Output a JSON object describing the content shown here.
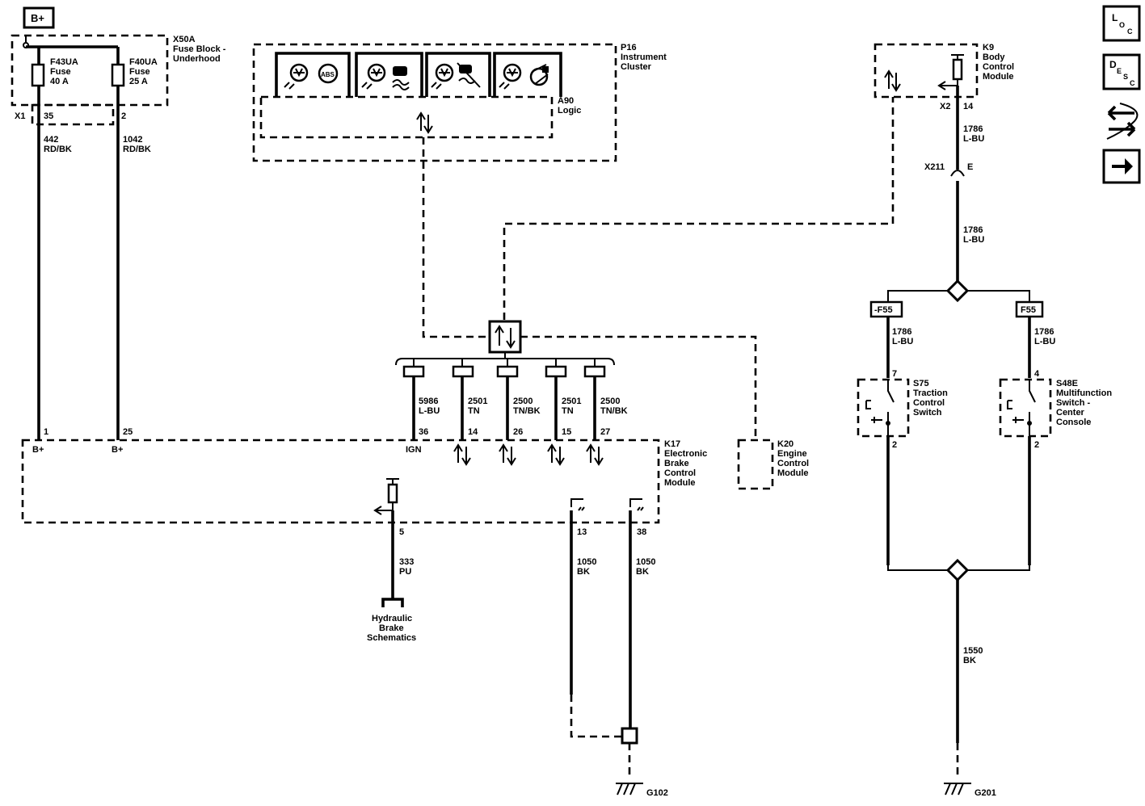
{
  "power": {
    "bplus": "B+"
  },
  "fuse_block": {
    "title": [
      "X50A",
      "Fuse Block -",
      "Underhood"
    ],
    "fuse1": [
      "F43UA",
      "Fuse",
      "40 A"
    ],
    "fuse2": [
      "F40UA",
      "Fuse",
      "25 A"
    ],
    "connector": "X1",
    "pin1": "35",
    "pin2": "2"
  },
  "wires_left": {
    "w1": [
      "442",
      "RD/BK"
    ],
    "w2": [
      "1042",
      "RD/BK"
    ]
  },
  "cluster": {
    "title": [
      "P16",
      "Instrument",
      "Cluster"
    ],
    "logic": [
      "A90",
      "Logic"
    ],
    "indicators": [
      "abs-lamp-icon",
      "traction-control-lamp-icon",
      "traction-off-lamp-icon",
      "brake-lamp-icon"
    ],
    "abs_text": "ABS"
  },
  "bcm": {
    "title": [
      "K9",
      "Body",
      "Control",
      "Module"
    ],
    "connector": "X2",
    "pin": "14",
    "wire_a": [
      "1786",
      "L-BU"
    ],
    "inline_conn": "X211",
    "inline_pin": "E",
    "wire_b": [
      "1786",
      "L-BU"
    ]
  },
  "option_left": {
    "label": "-F55",
    "wire": [
      "1786",
      "L-BU"
    ]
  },
  "option_right": {
    "label": "F55",
    "wire": [
      "1786",
      "L-BU"
    ]
  },
  "switch1": {
    "title": [
      "S75",
      "Traction",
      "Control",
      "Switch"
    ],
    "pin_in": "7",
    "pin_out": "2"
  },
  "switch2": {
    "title": [
      "S48E",
      "Multifunction",
      "Switch -",
      "Center",
      "Console"
    ],
    "pin_in": "4",
    "pin_out": "2"
  },
  "ebcm": {
    "title": [
      "K17",
      "Electronic",
      "Brake",
      "Control",
      "Module"
    ],
    "pin_b1": "1",
    "lbl_b1": "B+",
    "pin_b2": "25",
    "lbl_b2": "B+",
    "pin_ign": "36",
    "lbl_ign": "IGN",
    "pins": [
      "14",
      "26",
      "15",
      "27"
    ],
    "wire_ign": [
      "5986",
      "L-BU"
    ],
    "wires": [
      [
        "2501",
        "TN"
      ],
      [
        "2500",
        "TN/BK"
      ],
      [
        "2501",
        "TN"
      ],
      [
        "2500",
        "TN/BK"
      ]
    ],
    "pin_hyd": "5",
    "pin_g1": "13",
    "pin_g2": "38"
  },
  "ecm": {
    "title": [
      "K20",
      "Engine",
      "Control",
      "Module"
    ]
  },
  "hydraulic": {
    "wire": [
      "333",
      "PU"
    ],
    "ref": [
      "Hydraulic",
      "Brake",
      "Schematics"
    ]
  },
  "grounds_left": {
    "w1": [
      "1050",
      "BK"
    ],
    "w2": [
      "1050",
      "BK"
    ],
    "ground": "G102"
  },
  "ground_right": {
    "wire": [
      "1550",
      "BK"
    ],
    "ground": "G201"
  },
  "nav": {
    "loc": {
      "big": "L",
      "sub": "O",
      "sub2": "C"
    },
    "desc": {
      "big": "D",
      "sub": "E",
      "sub2": "S",
      "sub3": "C"
    }
  }
}
